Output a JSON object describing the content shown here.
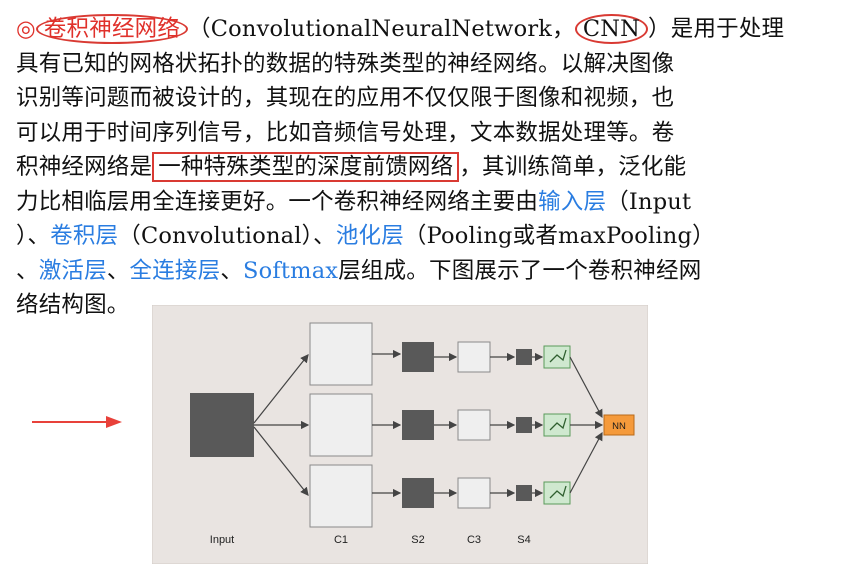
{
  "paragraph": {
    "line1": {
      "mark": "◎",
      "term_cn": "卷积神经网络",
      "open_paren": "（",
      "term_en": "ConvolutionalNeuralNetwork，",
      "abbr": "CNN",
      "close_paren": "）",
      "rest": "是用于处理"
    },
    "line2": "具有已知的网格状拓扑的数据的特殊类型的神经网络。以解决图像",
    "line3": "识别等问题而被设计的，其现在的应用不仅仅限于图像和视频，也",
    "line4": "可以用于时间序列信号，比如音频信号处理，文本数据处理等。卷",
    "line5": {
      "pre": "积神经网络是",
      "boxed": "一种特殊类型的深度前馈网络",
      "post": "，其训练简单，泛化能"
    },
    "line6": {
      "pre": "力比相临层用全连接更好。一个卷积神经网络主要由",
      "input_layer": "输入层",
      "post": "（Input"
    },
    "line7": {
      "pre": "）、",
      "conv_layer": "卷积层",
      "mid": "（Convolutional）、",
      "pool_layer": "池化层",
      "post": "（Pooling或者maxPooling）"
    },
    "line8": {
      "pre": "、",
      "activation_layer": "激活层",
      "sep1": "、",
      "fc_layer": "全连接层",
      "sep2": "、",
      "softmax_layer": "Softmax",
      "post": "层组成。下图展示了一个卷积神经网"
    },
    "line9": "络结构图。"
  },
  "diagram": {
    "labels": {
      "input": "Input",
      "c1": "C1",
      "s2": "S2",
      "c3": "C3",
      "s4": "S4",
      "nn": "NN"
    },
    "colors": {
      "background": "#e9e4e1",
      "dark_block": "#595959",
      "light_block": "#efefef",
      "activation_fill": "#cfe8cf",
      "activation_stroke": "#5a9a5a",
      "nn_fill": "#f59a3b",
      "arrow": "#444444"
    }
  },
  "annotations": {
    "ring_color": "#d93a33",
    "pointer_arrow_color": "#e8413a"
  }
}
